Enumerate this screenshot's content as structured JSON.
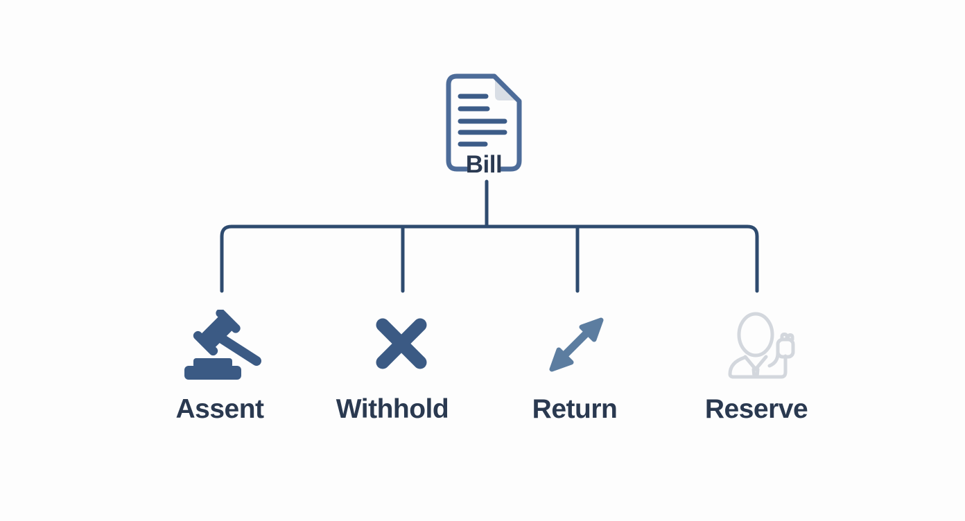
{
  "diagram": {
    "root": {
      "label": "Bill",
      "icon": "bill-document-icon"
    },
    "options": [
      {
        "id": "assent",
        "label": "Assent",
        "icon": "gavel-icon"
      },
      {
        "id": "withhold",
        "label": "Withhold",
        "icon": "cross-icon"
      },
      {
        "id": "return",
        "label": "Return",
        "icon": "double-arrow-icon"
      },
      {
        "id": "reserve",
        "label": "Reserve",
        "icon": "person-icon"
      }
    ],
    "colors": {
      "background": "#fdfdfd",
      "connector": "#2e4b6f",
      "icon_primary": "#3b5a84",
      "icon_secondary": "#5c7da0",
      "icon_muted": "#d3d7dd",
      "label_text": "#2a3950",
      "bill_text": "#2b3a52",
      "doc_outline": "#4d6c99",
      "doc_fold": "#d9dee5",
      "doc_lines": "#3c5c88"
    }
  }
}
